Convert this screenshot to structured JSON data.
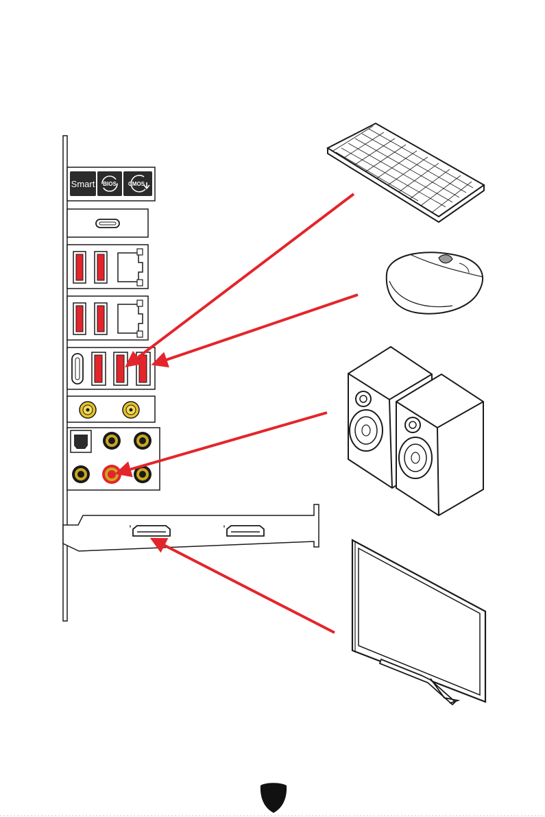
{
  "io_panel": {
    "buttons": [
      {
        "label": "Smart",
        "icon": "smart-button-icon"
      },
      {
        "label": "BIOS",
        "icon": "bios-flashback-icon"
      },
      {
        "label": "CMOS",
        "icon": "clear-cmos-icon"
      }
    ]
  },
  "devices": [
    "keyboard-icon",
    "mouse-icon",
    "speakers-icon",
    "monitor-icon"
  ],
  "colors": {
    "usb_port": "#e3252b",
    "arrow": "#e3252b",
    "antenna_connector": "#e6c22a",
    "audio_ring": "#c9a81f",
    "outline": "#1a1a1a"
  }
}
